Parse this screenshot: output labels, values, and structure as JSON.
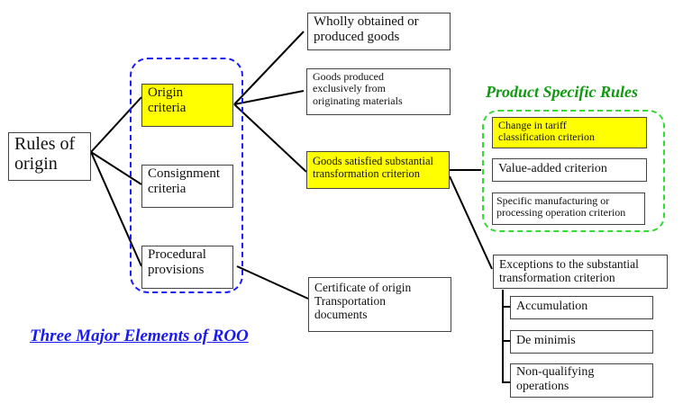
{
  "colors": {
    "highlight": "#ffff00",
    "group_border": "#1a1aff",
    "psr_border": "#33dd33",
    "psr_title": "#119911",
    "roo_title": "#1a1aee"
  },
  "root": {
    "lines": [
      "Rules of",
      "origin"
    ]
  },
  "elements": {
    "origin_criteria": {
      "lines": [
        "Origin",
        "criteria"
      ],
      "highlighted": true
    },
    "consignment_criteria": {
      "lines": [
        "Consignment",
        "criteria"
      ]
    },
    "procedural_provisions": {
      "lines": [
        "Procedural",
        "provisions"
      ]
    }
  },
  "origin_branches": {
    "wholly_obtained": {
      "lines": [
        "Wholly obtained or",
        "produced goods"
      ]
    },
    "exclusively_originating": {
      "lines": [
        "Goods produced",
        "exclusively from",
        "originating materials"
      ]
    },
    "substantial_transformation": {
      "lines": [
        "Goods satisfied substantial",
        "transformation criterion"
      ],
      "highlighted": true
    }
  },
  "procedural_branch": {
    "lines": [
      "Certificate of origin",
      "Transportation",
      "documents"
    ]
  },
  "product_specific_rules": {
    "title": "Product Specific Rules",
    "items": [
      {
        "lines": [
          "Change in tariff",
          "classification criterion"
        ],
        "highlighted": true
      },
      {
        "lines": [
          "Value-added criterion"
        ]
      },
      {
        "lines": [
          "Specific manufacturing or",
          "processing operation criterion"
        ]
      }
    ]
  },
  "exceptions": {
    "lines": [
      "Exceptions to the substantial",
      "transformation criterion"
    ],
    "items": [
      {
        "lines": [
          "Accumulation"
        ]
      },
      {
        "lines": [
          "De minimis"
        ]
      },
      {
        "lines": [
          "Non-qualifying",
          "operations"
        ]
      }
    ]
  },
  "footer_title": "Three Major Elements of ROO"
}
